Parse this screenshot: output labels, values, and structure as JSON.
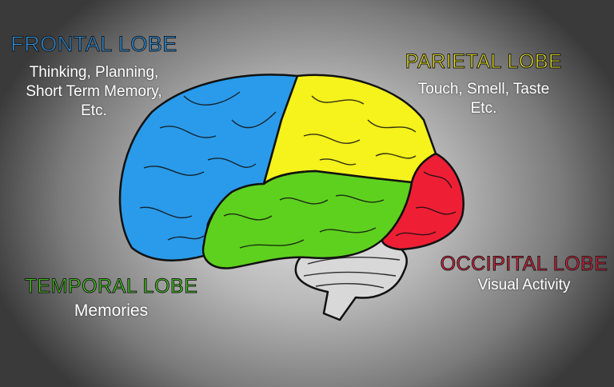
{
  "labels": {
    "frontal": {
      "title": "FRONTAL LOBE",
      "lines": [
        "Thinking, Planning,",
        "Short Term Memory,",
        "Etc."
      ],
      "color": "#2a8fe0"
    },
    "parietal": {
      "title": "PARIETAL LOBE",
      "lines": [
        "Touch, Smell, Taste",
        "Etc."
      ],
      "color": "#f2ea1a"
    },
    "occipital": {
      "title": "OCCIPITAL LOBE",
      "lines": [
        "Visual Activity"
      ],
      "color": "#e8203a"
    },
    "temporal": {
      "title": "TEMPORAL LOBE",
      "lines": [
        "Memories"
      ],
      "color": "#44d21c"
    }
  }
}
